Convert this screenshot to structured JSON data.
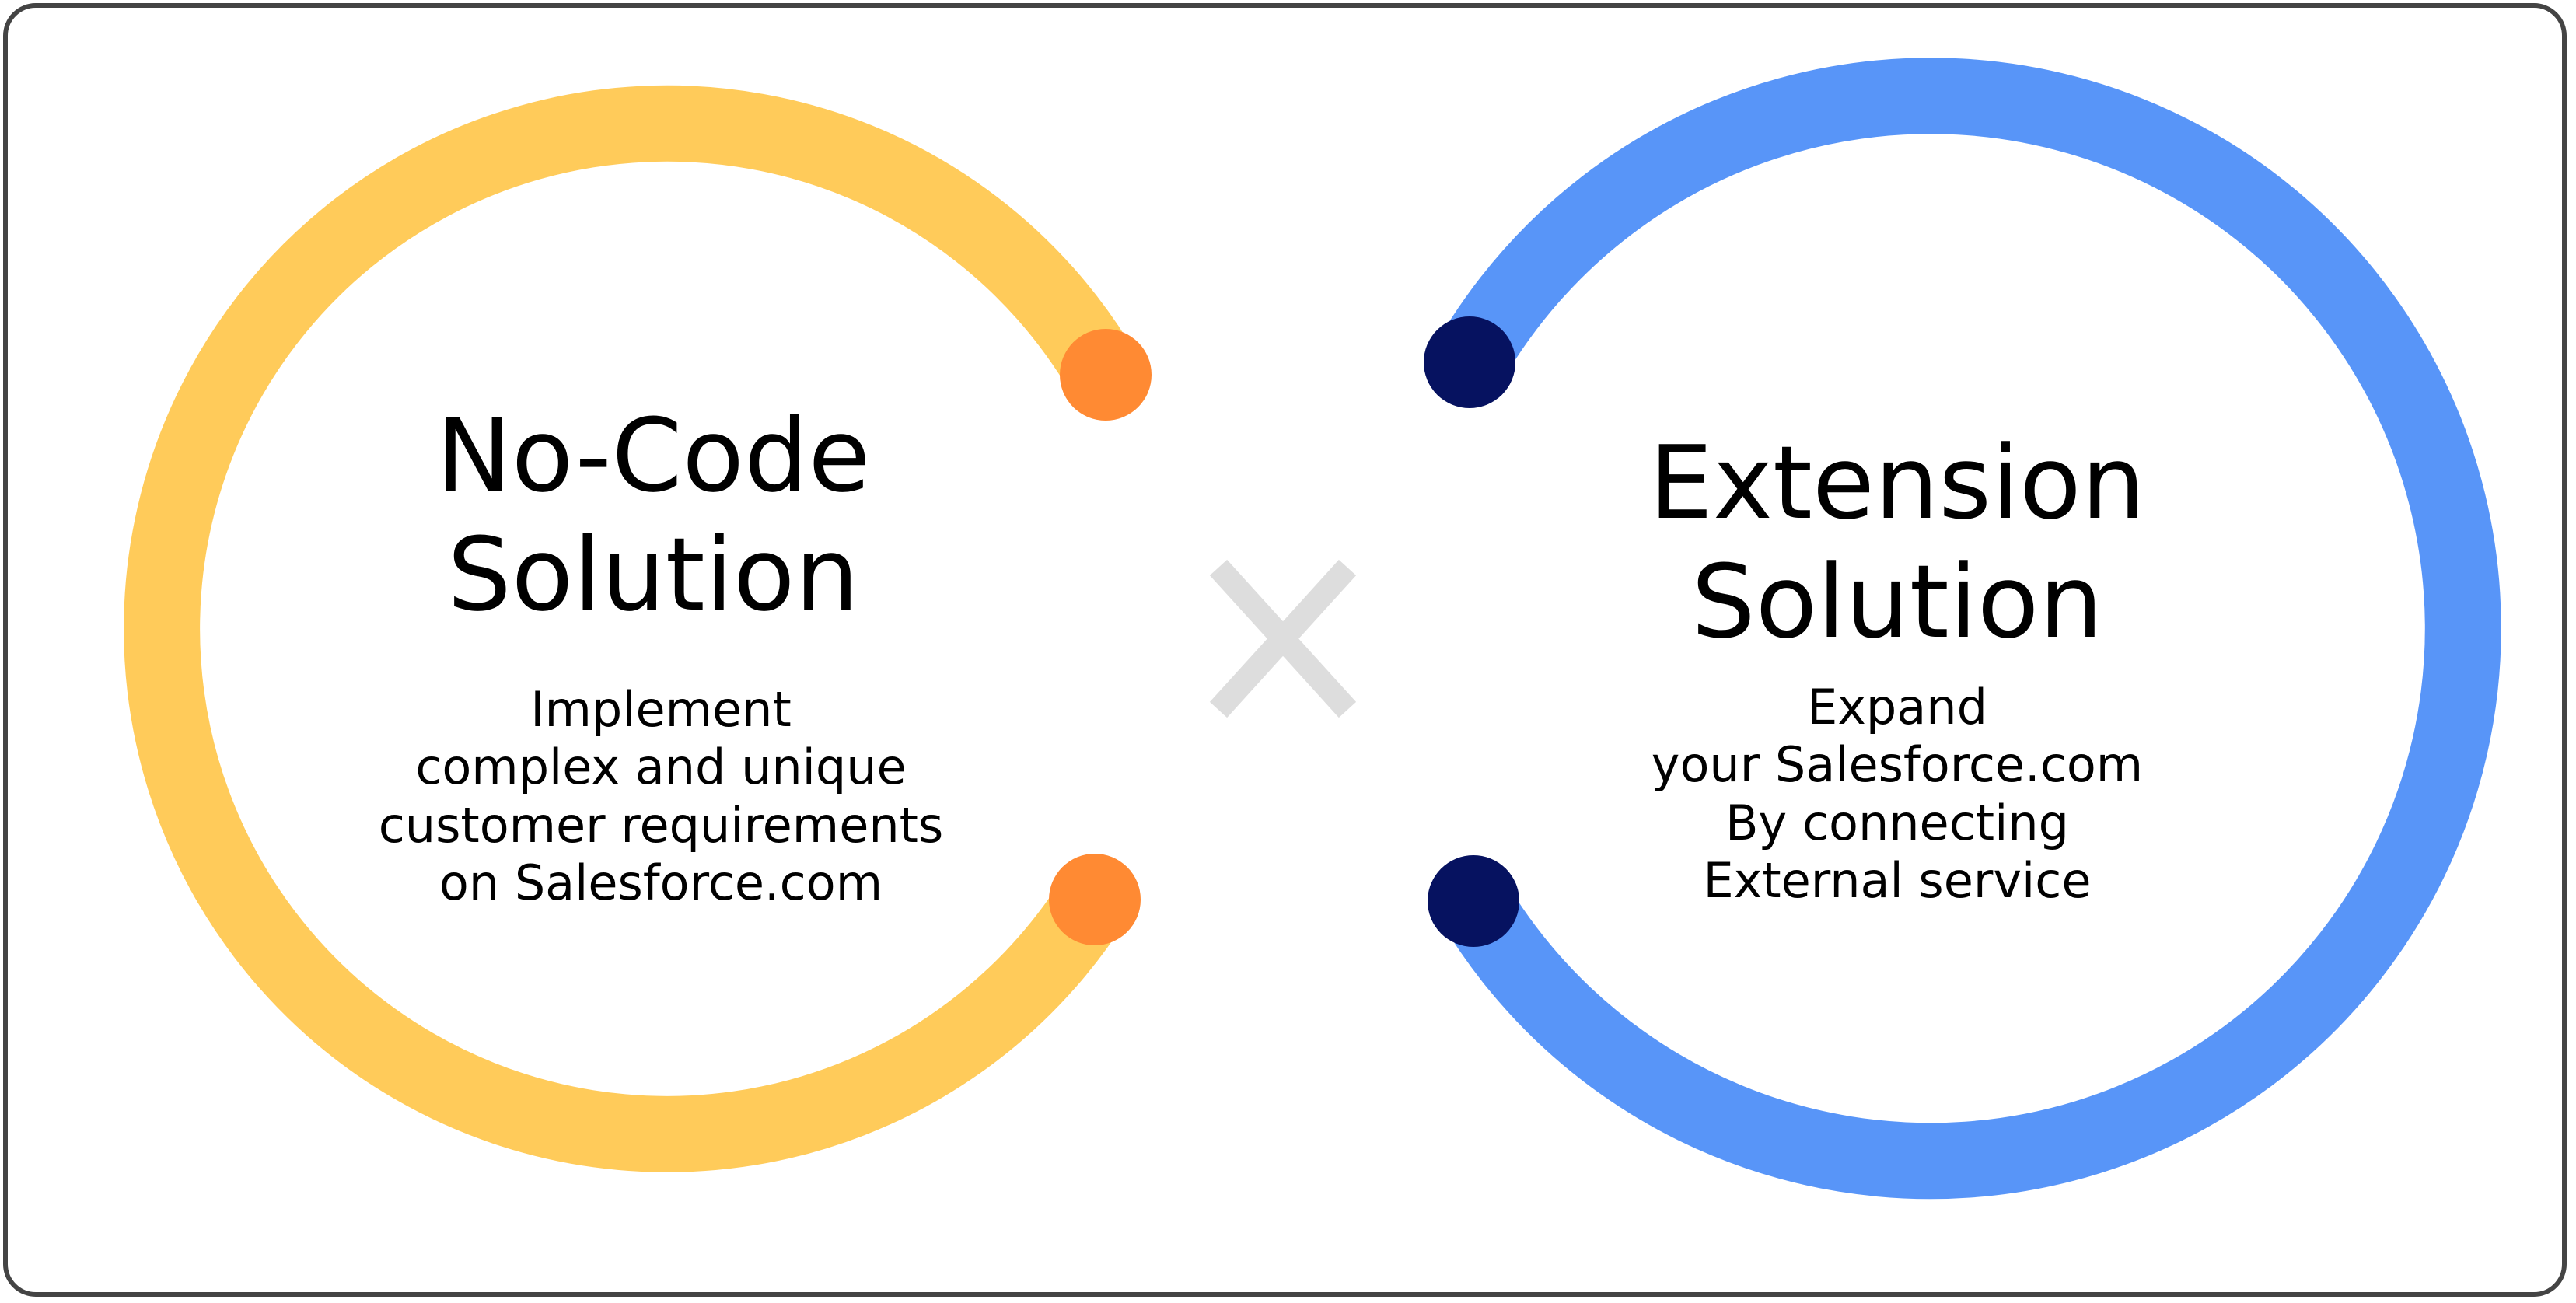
{
  "left": {
    "title": "No-Code\nSolution",
    "description": "Implement\ncomplex and unique\ncustomer requirements\non Salesforce.com"
  },
  "right": {
    "title": "Extension\nSolution",
    "description": "Expand\nyour Salesforce.com\nBy connecting\nExternal service"
  },
  "icons": {
    "center": "multiply-x-icon"
  },
  "colors": {
    "left_ring": "#FFCB5A",
    "left_dot": "#FF8A33",
    "right_ring": "#5895F8",
    "right_dot": "#061260",
    "x_mark": "#DDDDDD",
    "border": "#444444"
  }
}
